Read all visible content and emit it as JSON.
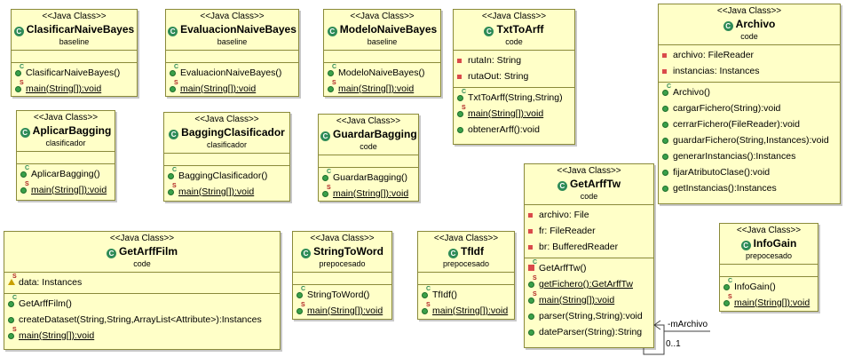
{
  "stereotype": "<<Java Class>>",
  "classes": {
    "clasificar": {
      "name": "ClasificarNaiveBayes",
      "pkg": "baseline",
      "methods": [
        "ClasificarNaiveBayes()",
        "main(String[]):void"
      ]
    },
    "evaluacion": {
      "name": "EvaluacionNaiveBayes",
      "pkg": "baseline",
      "methods": [
        "EvaluacionNaiveBayes()",
        "main(String[]):void"
      ]
    },
    "modelo": {
      "name": "ModeloNaiveBayes",
      "pkg": "baseline",
      "methods": [
        "ModeloNaiveBayes()",
        "main(String[]):void"
      ]
    },
    "txttoarff": {
      "name": "TxtToArff",
      "pkg": "code",
      "fields": [
        "rutaIn: String",
        "rutaOut: String"
      ],
      "methods": [
        "TxtToArff(String,String)",
        "main(String[]):void",
        "obtenerArff():void"
      ]
    },
    "archivo": {
      "name": "Archivo",
      "pkg": "code",
      "fields": [
        "archivo: FileReader",
        "instancias: Instances"
      ],
      "methods": [
        "Archivo()",
        "cargarFichero(String):void",
        "cerrarFichero(FileReader):void",
        "guardarFichero(String,Instances):void",
        "generarInstancias():Instances",
        "fijarAtributoClase():void",
        "getInstancias():Instances"
      ]
    },
    "aplicar": {
      "name": "AplicarBagging",
      "pkg": "clasificador",
      "methods": [
        "AplicarBagging()",
        "main(String[]):void"
      ]
    },
    "baggingclas": {
      "name": "BaggingClasificador",
      "pkg": "clasificador",
      "methods": [
        "BaggingClasificador()",
        "main(String[]):void"
      ]
    },
    "guardar": {
      "name": "GuardarBagging",
      "pkg": "code",
      "methods": [
        "GuardarBagging()",
        "main(String[]):void"
      ]
    },
    "getarfftw": {
      "name": "GetArffTw",
      "pkg": "code",
      "fields": [
        "archivo: File",
        "fr: FileReader",
        "br: BufferedReader"
      ],
      "methods": [
        "GetArffTw()",
        "getFichero():GetArffTw",
        "main(String[]):void",
        "parser(String,String):void",
        "dateParser(String):String"
      ]
    },
    "getarfffilm": {
      "name": "GetArffFilm",
      "pkg": "code",
      "fields": [
        "data: Instances"
      ],
      "methods": [
        "GetArffFilm()",
        "createDataset(String,String,ArrayList<Attribute>):Instances",
        "main(String[]):void"
      ]
    },
    "stringtoword": {
      "name": "StringToWord",
      "pkg": "prepocesado",
      "methods": [
        "StringToWord()",
        "main(String[]):void"
      ]
    },
    "tfidf": {
      "name": "TfIdf",
      "pkg": "prepocesado",
      "methods": [
        "TfIdf()",
        "main(String[]):void"
      ]
    },
    "infogain": {
      "name": "InfoGain",
      "pkg": "prepocesado",
      "methods": [
        "InfoGain()",
        "main(String[]):void"
      ]
    }
  },
  "association": {
    "role": "-mArchivo",
    "multiplicity": "0..1"
  },
  "colors": {
    "fill": "#ffffc8",
    "border": "#8a8a3a"
  }
}
